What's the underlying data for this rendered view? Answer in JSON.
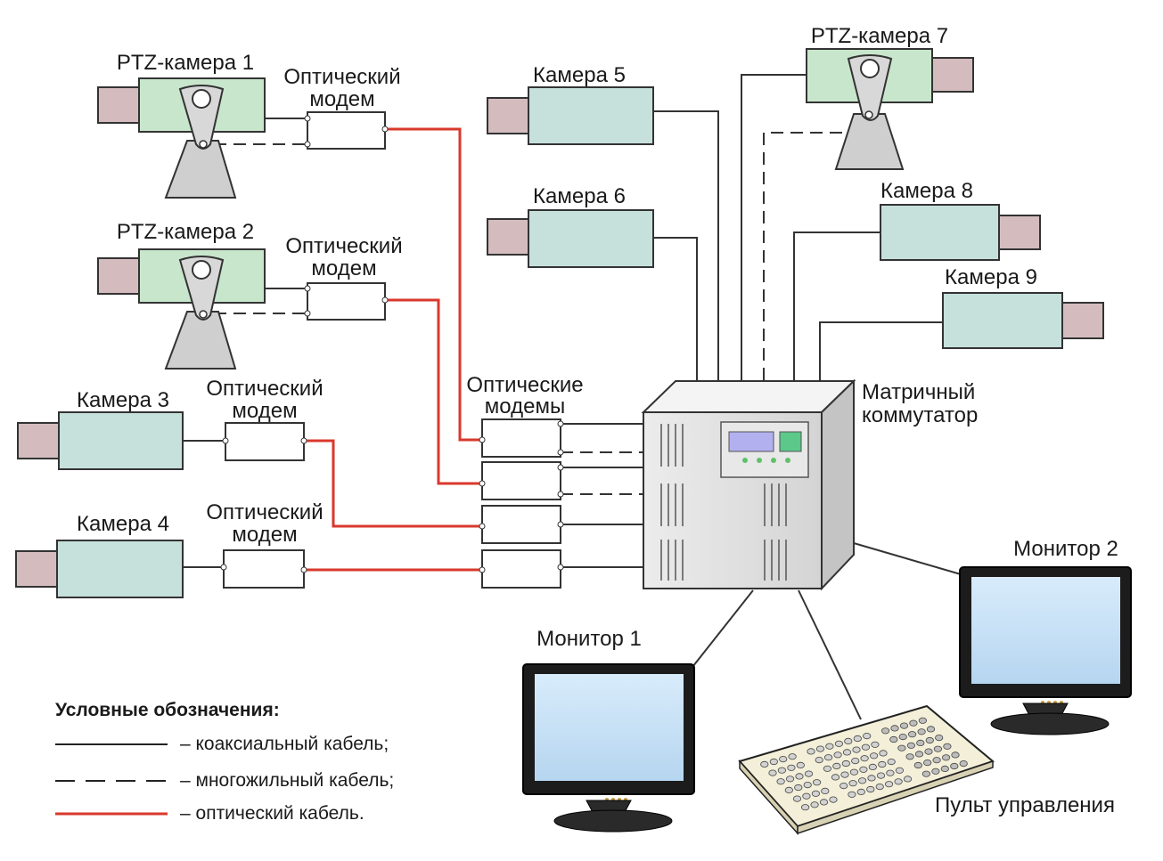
{
  "devices": {
    "ptz1": "PTZ-камера 1",
    "ptz2": "PTZ-камера 2",
    "ptz7": "PTZ-камера 7",
    "cam3": "Камера 3",
    "cam4": "Камера 4",
    "cam5": "Камера 5",
    "cam6": "Камера 6",
    "cam8": "Камера 8",
    "cam9": "Камера 9"
  },
  "modem": {
    "line1": "Оптический",
    "line2": "модем"
  },
  "modems_group": {
    "line1": "Оптические",
    "line2": "модемы"
  },
  "switch": {
    "line1": "Матричный",
    "line2": "коммутатор"
  },
  "monitor1": "Монитор 1",
  "monitor2": "Монитор 2",
  "console": "Пульт управления",
  "legend": {
    "title": "Условные обозначения:",
    "coax": "– коаксиальный кабель;",
    "multicore": "– многожильный кабель;",
    "optical": "– оптический кабель."
  },
  "colors": {
    "camera_body": "#c6e0dc",
    "ptz_body": "#c8e6cc",
    "lens": "#d4bcbe",
    "optical_cable": "#d9382c",
    "screen": "#c0dcf4"
  }
}
